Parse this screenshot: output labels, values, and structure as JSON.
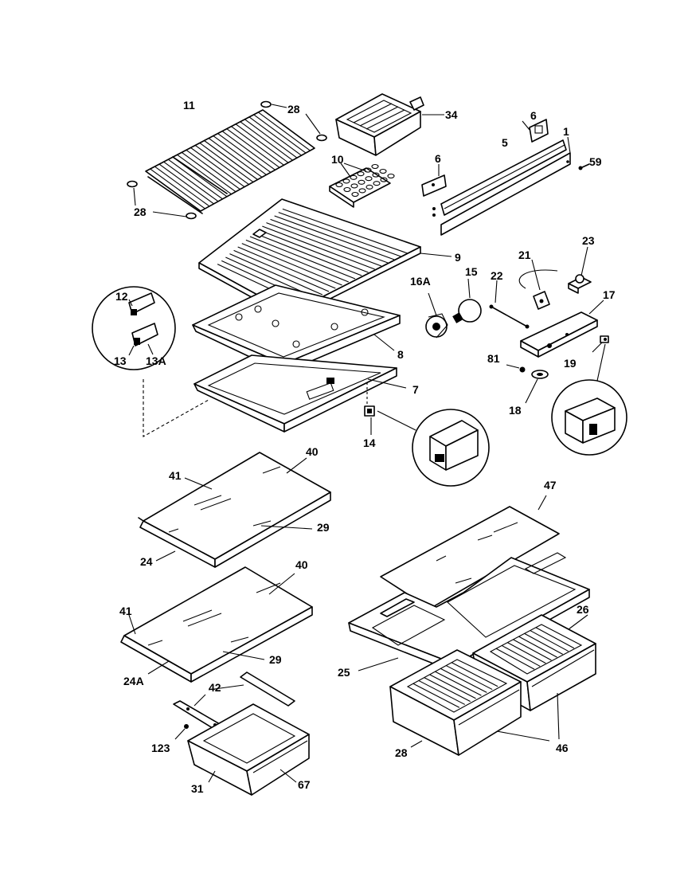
{
  "labels": {
    "p11": "11",
    "p28a": "28",
    "p28b": "28",
    "p34": "34",
    "p6a": "6",
    "p1": "1",
    "p10": "10",
    "p6b": "6",
    "p5": "5",
    "p59": "59",
    "p9": "9",
    "p23": "23",
    "p21": "21",
    "p16a": "16A",
    "p15": "15",
    "p22": "22",
    "p17": "17",
    "p12": "12",
    "p13": "13",
    "p13a": "13A",
    "p8": "8",
    "p81": "81",
    "p19": "19",
    "p7": "7",
    "p18": "18",
    "p14": "14",
    "p40a": "40",
    "p41a": "41",
    "p29a": "29",
    "p24": "24",
    "p47": "47",
    "p40b": "40",
    "p26": "26",
    "p41b": "41",
    "p29b": "29",
    "p24a": "24A",
    "p25": "25",
    "p42": "42",
    "p123": "123",
    "p28c": "28",
    "p46": "46",
    "p31": "31",
    "p67": "67"
  }
}
